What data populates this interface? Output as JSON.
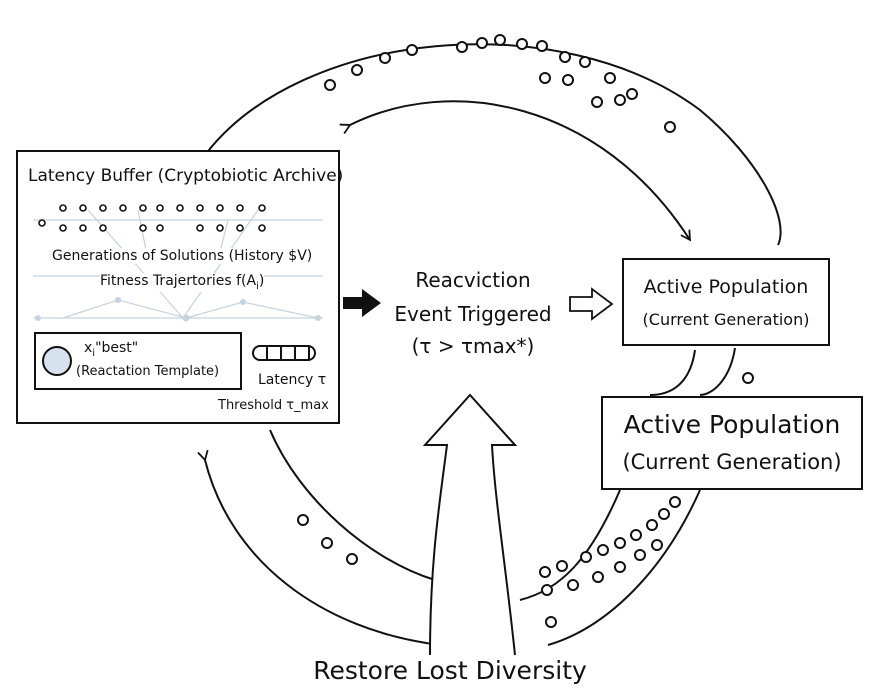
{
  "archive": {
    "title": "Latency Buffer (Cryptobiotic Archive)",
    "history_label": "Generations of Solutions (History $V)",
    "fitness_label": "Fitness Trajertories f(A",
    "fitness_sub": "i",
    "fitness_close": ")",
    "template": {
      "x_main": "x",
      "x_sub": "i",
      "x_best": "\"best\"",
      "subtitle": "(Reactation Template)"
    },
    "latency_label": "Latency τ",
    "threshold_label": "Threshold τ_max"
  },
  "event": {
    "line1": "Reacviction",
    "line2": "Event Triggered",
    "line3": "(τ > τmax*)"
  },
  "active_small": {
    "title": "Active Population",
    "subtitle": "(Current Generation)"
  },
  "active_large": {
    "title": "Active Population",
    "subtitle": "(Current Generation)"
  },
  "bottom_label": "Restore Lost Diversity"
}
